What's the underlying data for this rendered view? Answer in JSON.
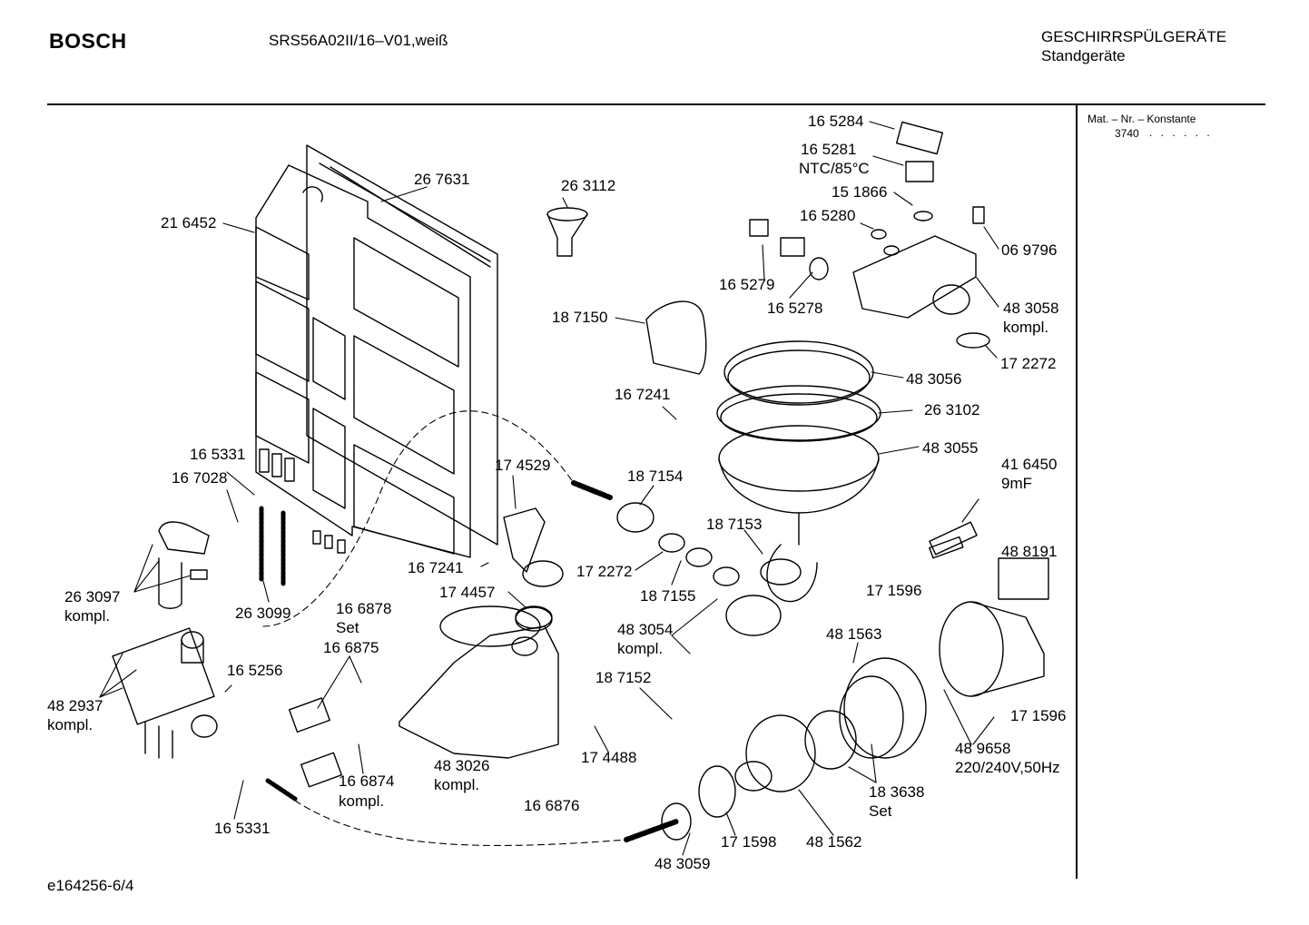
{
  "header": {
    "brand": "BOSCH",
    "model": "SRS56A02II/16–V01,weiß",
    "category": "GESCHIRRSPÜLGERÄTE",
    "subcategory": "Standgeräte"
  },
  "side_panel": {
    "title": "Mat. – Nr. – Konstante",
    "value": "3740",
    "dots": ". . . . . ."
  },
  "footer": {
    "code": "e164256-6/4"
  },
  "parts": [
    {
      "id": "p1",
      "text": "16 5284"
    },
    {
      "id": "p2",
      "text": "16 5281"
    },
    {
      "id": "p3",
      "text": "NTC/85°C"
    },
    {
      "id": "p4",
      "text": "15 1866"
    },
    {
      "id": "p5",
      "text": "16 5280"
    },
    {
      "id": "p6",
      "text": "06 9796"
    },
    {
      "id": "p7",
      "text": "16 5279"
    },
    {
      "id": "p8",
      "text": "16 5278"
    },
    {
      "id": "p9",
      "text": "48 3058"
    },
    {
      "id": "p10",
      "text": "kompl."
    },
    {
      "id": "p11",
      "text": "17 2272"
    },
    {
      "id": "p12",
      "text": "26 7631"
    },
    {
      "id": "p13",
      "text": "26 3112"
    },
    {
      "id": "p14",
      "text": "21 6452"
    },
    {
      "id": "p15",
      "text": "18 7150"
    },
    {
      "id": "p16",
      "text": "48 3056"
    },
    {
      "id": "p17",
      "text": "16 7241"
    },
    {
      "id": "p18",
      "text": "26 3102"
    },
    {
      "id": "p19",
      "text": "48 3055"
    },
    {
      "id": "p20",
      "text": "16 5331"
    },
    {
      "id": "p21",
      "text": "16 7028"
    },
    {
      "id": "p22",
      "text": "17 4529"
    },
    {
      "id": "p23",
      "text": "18 7154"
    },
    {
      "id": "p24",
      "text": "41 6450"
    },
    {
      "id": "p25",
      "text": "9mF"
    },
    {
      "id": "p26",
      "text": "18 7153"
    },
    {
      "id": "p27",
      "text": "48 8191"
    },
    {
      "id": "p28",
      "text": "16 7241"
    },
    {
      "id": "p29",
      "text": "17 2272"
    },
    {
      "id": "p30",
      "text": "26 3097"
    },
    {
      "id": "p31",
      "text": "kompl."
    },
    {
      "id": "p32",
      "text": "16 6878"
    },
    {
      "id": "p33",
      "text": "Set"
    },
    {
      "id": "p34",
      "text": "17 4457"
    },
    {
      "id": "p35",
      "text": "18 7155"
    },
    {
      "id": "p36",
      "text": "17 1596"
    },
    {
      "id": "p37",
      "text": "26 3099"
    },
    {
      "id": "p38",
      "text": "48 3054"
    },
    {
      "id": "p39",
      "text": "kompl."
    },
    {
      "id": "p40",
      "text": "48 1563"
    },
    {
      "id": "p41",
      "text": "16 6875"
    },
    {
      "id": "p42",
      "text": "16 5256"
    },
    {
      "id": "p43",
      "text": "18 7152"
    },
    {
      "id": "p44",
      "text": "48 2937"
    },
    {
      "id": "p45",
      "text": "kompl."
    },
    {
      "id": "p46",
      "text": "17 1596"
    },
    {
      "id": "p47",
      "text": "17 4488"
    },
    {
      "id": "p48",
      "text": "48 3026"
    },
    {
      "id": "p49",
      "text": "kompl."
    },
    {
      "id": "p50",
      "text": "48 9658"
    },
    {
      "id": "p51",
      "text": "220/240V,50Hz"
    },
    {
      "id": "p52",
      "text": "16 6874"
    },
    {
      "id": "p53",
      "text": "kompl."
    },
    {
      "id": "p54",
      "text": "16 6876"
    },
    {
      "id": "p55",
      "text": "18 3638"
    },
    {
      "id": "p56",
      "text": "Set"
    },
    {
      "id": "p57",
      "text": "16 5331"
    },
    {
      "id": "p58",
      "text": "17 1598"
    },
    {
      "id": "p59",
      "text": "48 1562"
    },
    {
      "id": "p60",
      "text": "48 3059"
    }
  ]
}
